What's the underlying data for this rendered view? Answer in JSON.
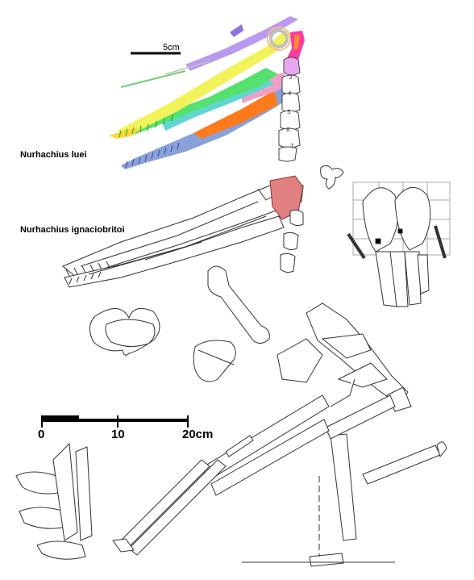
{
  "species": {
    "upper": "Nurhachius luei",
    "lower": "Nurhachius ignaciobritoi"
  },
  "scale_small": {
    "label": "5cm"
  },
  "scale_large": {
    "ticks": [
      "0",
      "10",
      "20cm"
    ]
  },
  "vertebra_numbers": [
    "3",
    "4",
    "5",
    "6",
    "7"
  ],
  "colors": {
    "premaxilla": "#ffd83a",
    "maxilla_upper": "#f2f25a",
    "nasal": "#b99af0",
    "jugal": "#55e070",
    "dentary": "#ff7a1a",
    "mandible": "#8aa0d8",
    "quadrate": "#ff3aa0",
    "vertebrae": "#e8a6f0",
    "skull_lower_highlight": "#d06060"
  }
}
